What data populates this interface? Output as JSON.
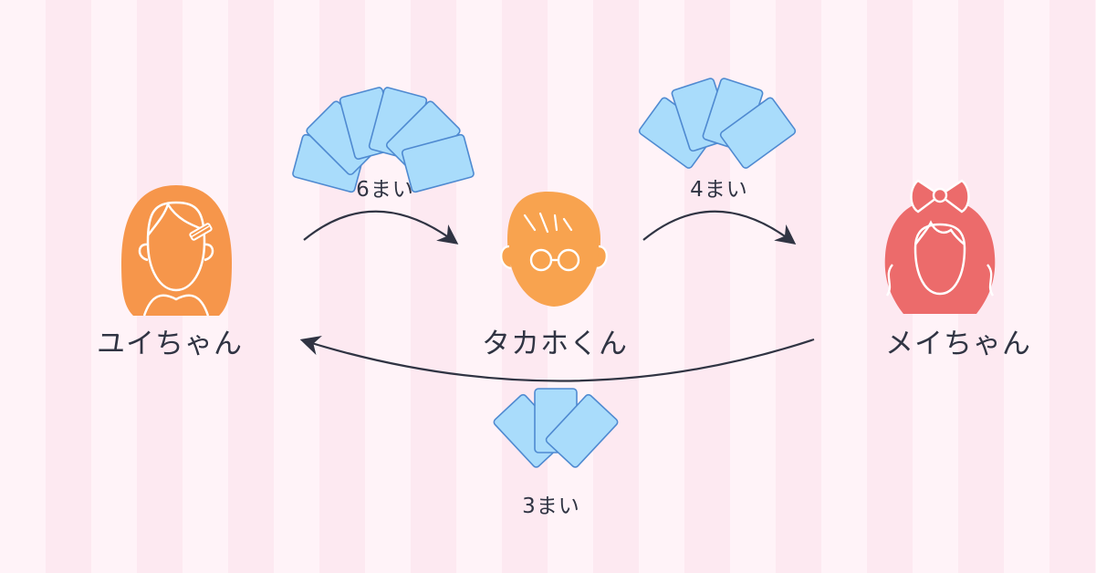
{
  "people": {
    "yui": {
      "name": "ユイちゃん",
      "color": "#f6964b"
    },
    "takaho": {
      "name": "タカホくん",
      "color": "#f8a34f"
    },
    "mei": {
      "name": "メイちゃん",
      "color": "#ec6b6b"
    }
  },
  "transfers": {
    "yui_to_takaho": {
      "count": 6,
      "label": "6まい"
    },
    "takaho_to_mei": {
      "count": 4,
      "label": "4まい"
    },
    "mei_to_yui": {
      "count": 3,
      "label": "3まい"
    }
  },
  "colors": {
    "card_fill": "#a9dcfb",
    "card_stroke": "#4f8ad1",
    "arrow": "#303443"
  }
}
